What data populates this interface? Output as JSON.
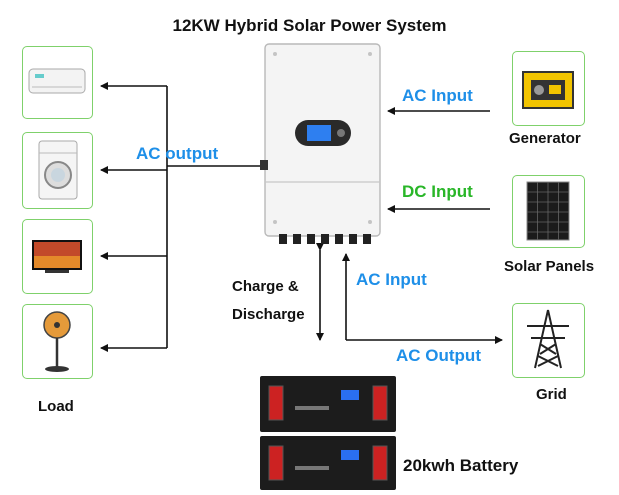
{
  "title": "12KW Hybrid Solar Power System",
  "labels": {
    "ac_output_left": "AC output",
    "ac_input_top": "AC Input",
    "dc_input": "DC Input",
    "charge_line1": "Charge &",
    "charge_line2": "Discharge",
    "ac_input_mid": "AC Input",
    "ac_output_grid": "AC Output",
    "load": "Load",
    "generator": "Generator",
    "solar_panels": "Solar Panels",
    "grid": "Grid",
    "battery": "20kwh Battery"
  },
  "colors": {
    "box_border": "#7fd16b",
    "ac_blue": "#1e8fe8",
    "dc_green": "#29b628"
  },
  "icons": {
    "loads": [
      "air-conditioner-icon",
      "washing-machine-icon",
      "television-icon",
      "standing-fan-icon"
    ],
    "sources": [
      "generator-icon",
      "solar-panel-icon",
      "power-pylon-icon"
    ]
  }
}
